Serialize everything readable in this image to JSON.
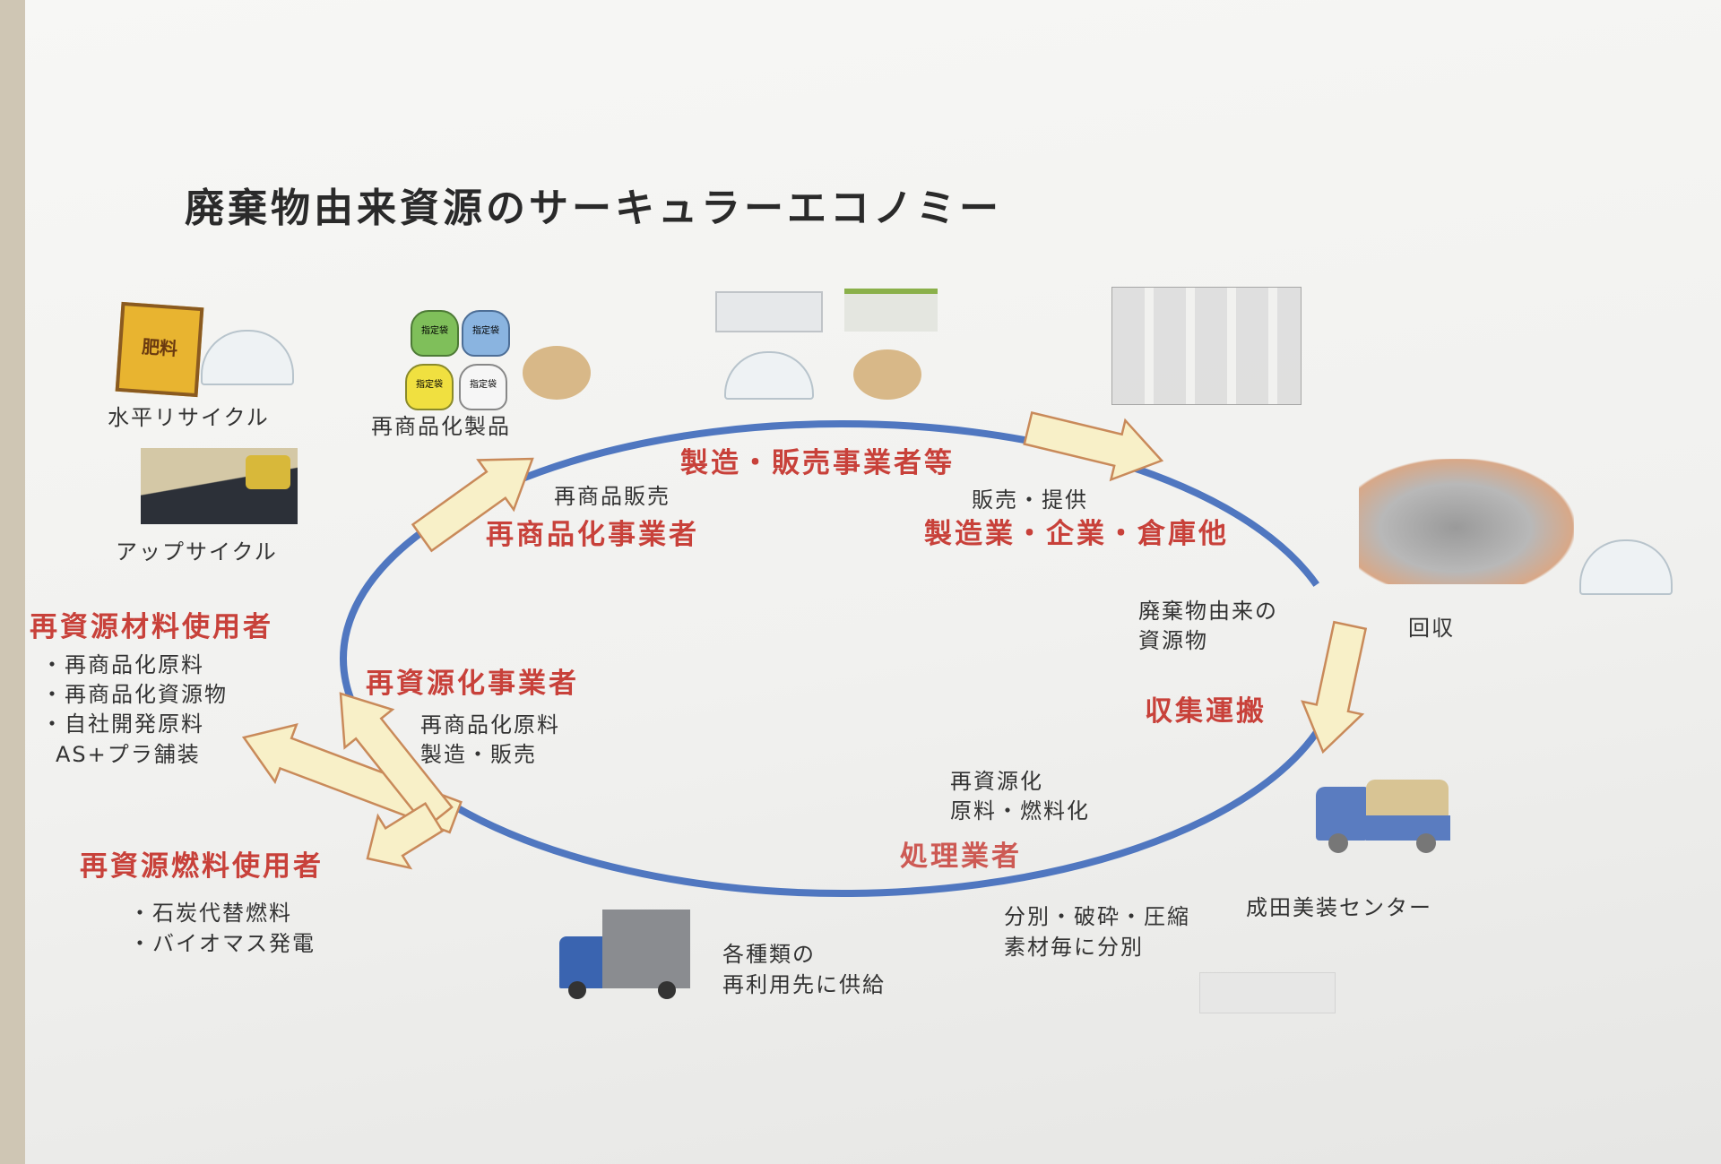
{
  "title": "廃棄物由来資源のサーキュラーエコノミー",
  "colors": {
    "ring": "#5077c0",
    "label_red": "#c8413a",
    "arrow_fill": "#f8f0c8",
    "arrow_stroke": "#c98a5a"
  },
  "stages": {
    "manufacturing_sales": "製造・販売事業者等",
    "reproduct_sales": "再商品販売",
    "reproducts": "再商品化事業者",
    "sales_supply": "販売・提供",
    "industry": "製造業・企業・倉庫他",
    "waste_resources": [
      "廃棄物由来の",
      "資源物"
    ],
    "collection": "回収",
    "transport": "収集運搬",
    "recycling_process": [
      "再資源化",
      "原料・燃料化"
    ],
    "processor": "処理業者",
    "sorting": [
      "分別・破砕・圧縮",
      "素材毎に分別"
    ],
    "center": "成田美装センター",
    "supply": [
      "各種類の",
      "再利用先に供給"
    ],
    "recycler": "再資源化事業者",
    "recycler_desc": [
      "再商品化原料",
      "製造・販売"
    ],
    "material_users": "再資源材料使用者",
    "material_items": [
      "・再商品化原料",
      "・再商品化資源物",
      "・自社開発原料",
      "AS+プラ舗装"
    ],
    "fuel_users": "再資源燃料使用者",
    "fuel_items": [
      "・石炭代替燃料",
      "・バイオマス発電"
    ],
    "horizontal": "水平リサイクル",
    "upcycle": "アップサイクル",
    "products": "再商品化製品",
    "fertilizer_label": "肥料",
    "bag_label": "指定袋"
  }
}
